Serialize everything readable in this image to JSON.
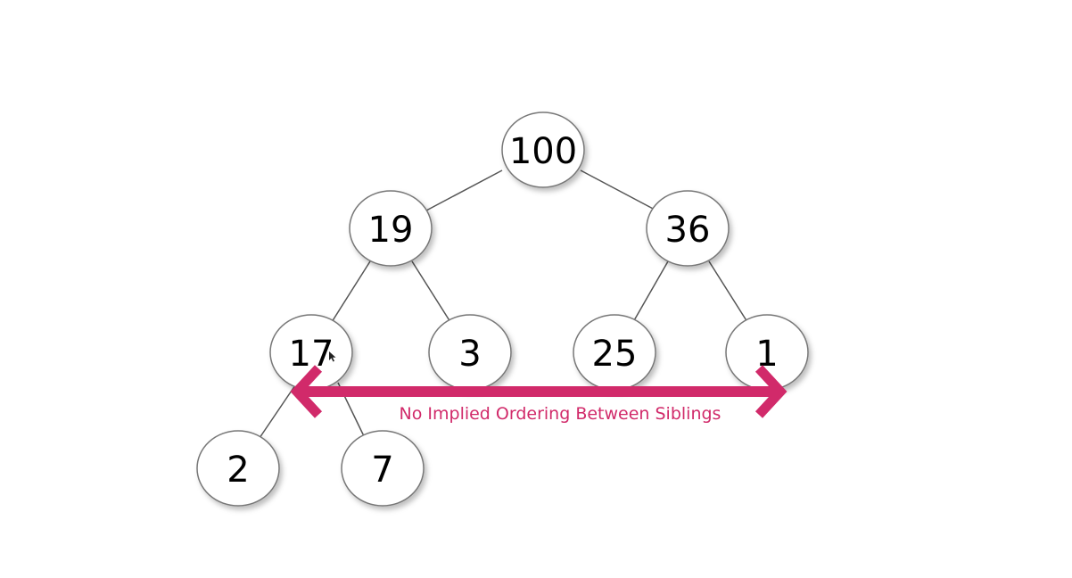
{
  "diagram": {
    "nodes": [
      {
        "id": "n100",
        "label": "100"
      },
      {
        "id": "n19",
        "label": "19"
      },
      {
        "id": "n36",
        "label": "36"
      },
      {
        "id": "n17",
        "label": "17"
      },
      {
        "id": "n3",
        "label": "3"
      },
      {
        "id": "n25",
        "label": "25"
      },
      {
        "id": "n1",
        "label": "1"
      },
      {
        "id": "n2",
        "label": "2"
      },
      {
        "id": "n7",
        "label": "7"
      }
    ],
    "edges": [
      [
        "n100",
        "n19"
      ],
      [
        "n100",
        "n36"
      ],
      [
        "n19",
        "n17"
      ],
      [
        "n19",
        "n3"
      ],
      [
        "n36",
        "n25"
      ],
      [
        "n36",
        "n1"
      ],
      [
        "n17",
        "n2"
      ],
      [
        "n17",
        "n7"
      ]
    ],
    "sibling_arrow": {
      "caption": "No Implied Ordering Between Siblings",
      "color": "#d12a6a"
    }
  }
}
